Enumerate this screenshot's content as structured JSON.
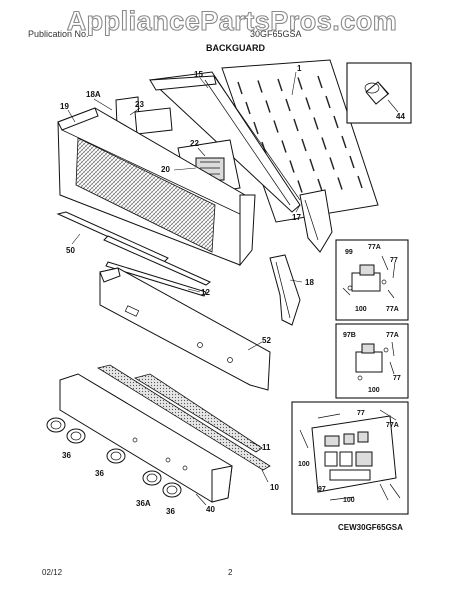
{
  "watermark": "AppliancePartsPros.com",
  "header": {
    "left": "Publication No.",
    "right": "30GF65GSA",
    "title": "BACKGUARD"
  },
  "callouts": {
    "p1": "1",
    "p15": "15",
    "p18a": "18A",
    "p19": "19",
    "p23": "23",
    "p22": "22",
    "p20": "20",
    "p17": "17",
    "p50": "50",
    "p18": "18",
    "p12": "12",
    "p52": "52",
    "p36a": "36",
    "p36b": "36",
    "p36c": "36A",
    "p36d": "36",
    "p40": "40",
    "p10": "10",
    "p11": "11",
    "p44": "44",
    "d1_99": "99",
    "d1_77a_top": "77A",
    "d1_77": "77",
    "d1_100": "100",
    "d1_77a_bot": "77A",
    "d2_97b": "97B",
    "d2_77a": "77A",
    "d2_77": "77",
    "d2_100": "100",
    "d3_77": "77",
    "d3_77a": "77A",
    "d3_100a": "100",
    "d3_97": "97",
    "d3_100b": "100"
  },
  "model": "CEW30GF65GSA",
  "footer": {
    "date": "02/12",
    "page": "2"
  }
}
